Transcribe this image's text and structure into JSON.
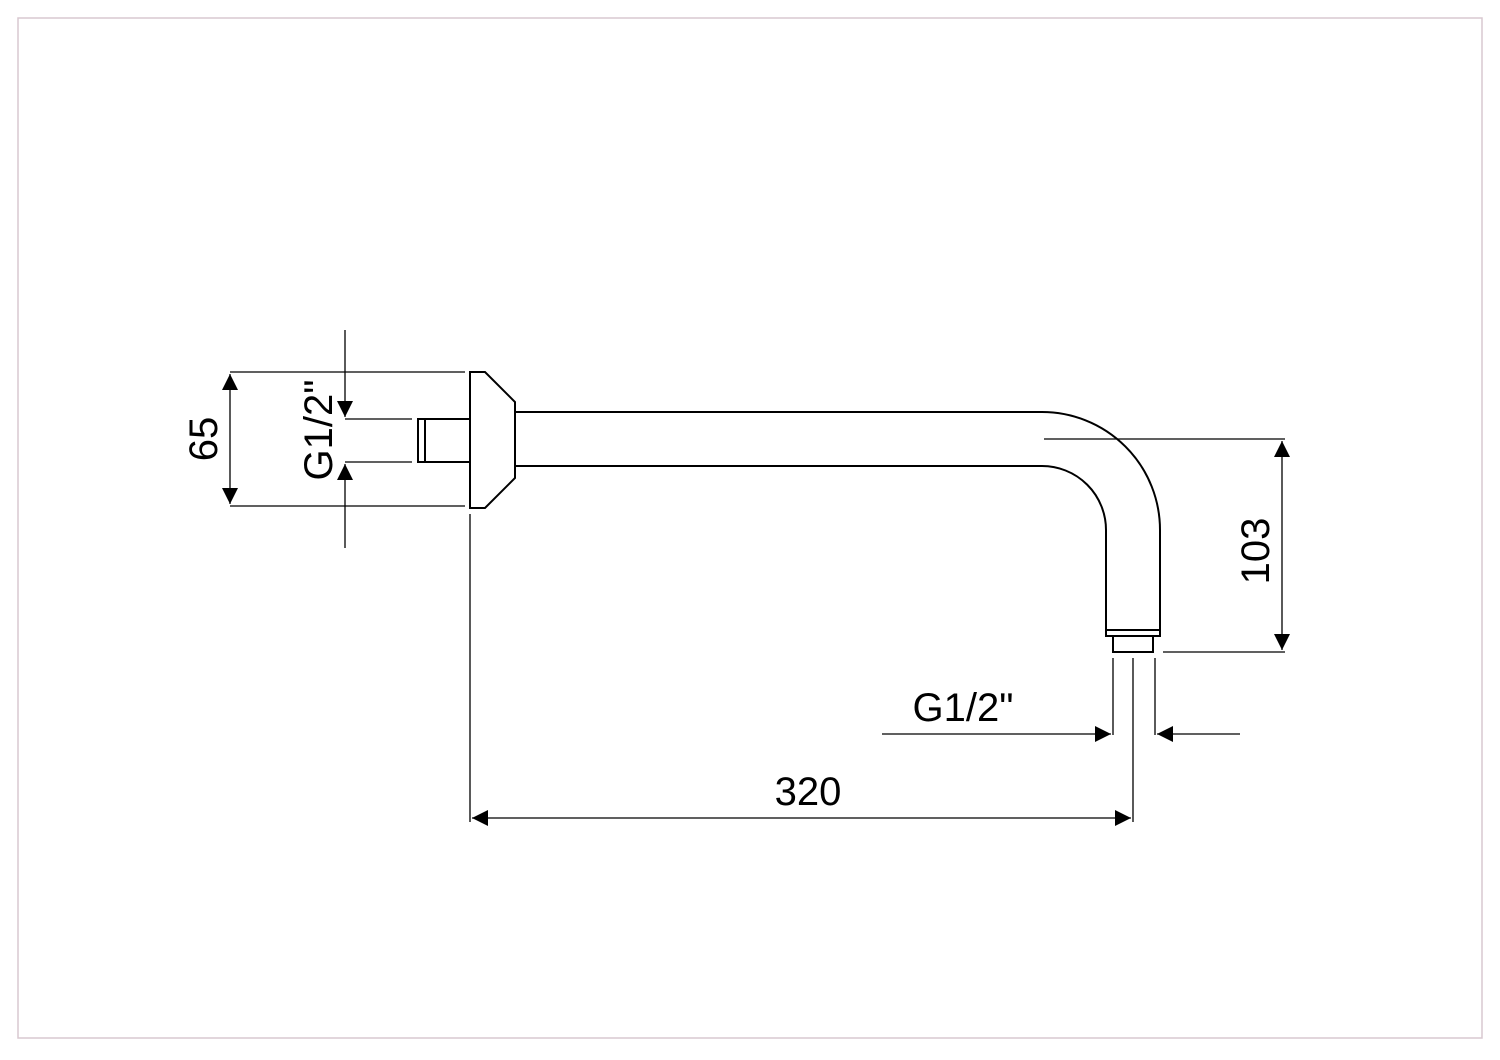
{
  "colors": {
    "line": "#000000",
    "frame": "#d9c8d0",
    "background": "#ffffff"
  },
  "dimensions": {
    "flange_height": "65",
    "inlet_thread": "G1/2\"",
    "drop_height": "103",
    "outlet_thread": "G1/2\"",
    "arm_length": "320"
  }
}
